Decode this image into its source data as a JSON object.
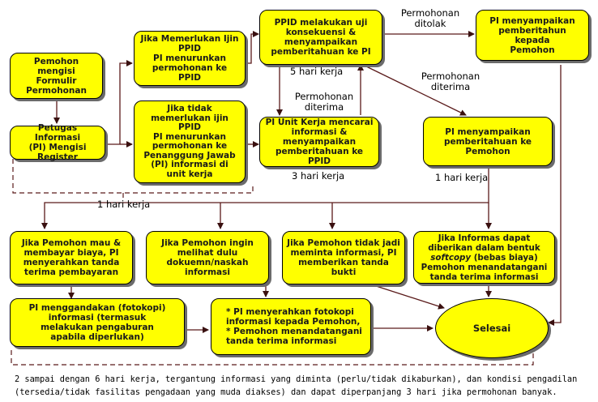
{
  "nodes": {
    "pemohon_mengisi": "Pemohon mengisi\nFormulir\nPermohonan",
    "petugas_informasi": "Petugas Informasi\n(PI) Mengisi\nRegister",
    "jika_memerlukan_ijin": "Jika Memerlukan Ijin\nPPID\nPI menurunkan\npermohonan ke\nPPID",
    "jika_tidak_memerlukan": "Jika tidak\nmemerlukan ijin\nPPID\nPI menurunkan\npermohonan ke\nPenanggung Jawab\n(PI) informasi di\nunit kerja",
    "ppid_uji": "PPID melakukan uji\nkonsekuensi &\nmenyampaikan\npemberitahuan ke PI",
    "pi_unit_kerja": "PI Unit Kerja mencarai\ninformasi &\nmenyampaikan\npemberitahuan ke PPID",
    "pi_sampaikan_ditolak": "PI menyampaikan\npemberitahun kepada\nPemohon",
    "pi_sampaikan_diterima": "PI menyampaikan\npemberitahuan ke\nPemohon",
    "pemohon_bayar": "Jika Pemohon mau &\nmembayar biaya, PI\nmenyerahkan tanda\nterima pembayaran",
    "pemohon_lihat": "Jika Pemohon ingin\nmelihat dulu\ndokuemn/naskah\ninformasi",
    "pemohon_tidak_jadi": "Jika Pemohon tidak jadi\nmeminta informasi, PI\nmemberikan tanda bukti",
    "softcopy": "Jika Informas dapat\ndiberikan dalam bentuk",
    "softcopy_em": "softcopy",
    "softcopy_rest": " (bebas biaya)\nPemohon menandatangani\ntanda terima informasi",
    "pi_menggandakan": "PI menggandakan (fotokopi)\ninformasi (termasuk\nmelakukan pengaburan\napabila diperlukan)",
    "pi_menyerahkan": "* PI menyerahkan fotokopi\n   informasi kepada Pemohon,\n* Pemohon menandatangani\n   tanda terima informasi",
    "selesai": "Selesai"
  },
  "labels": {
    "permohonan_ditolak": "Permohonan\nditolak",
    "permohonan_diterima_right": "Permohonan\nditerima",
    "permohonan_diterima_mid": "Permohonan\nditerima",
    "lima_hari": "5 hari kerja",
    "tiga_hari": "3 hari kerja",
    "satu_hari_right": "1 hari kerja",
    "satu_hari_left": "1 hari kerja"
  },
  "footnote": "2 sampai dengan 6 hari kerja, tergantung informasi yang diminta (perlu/tidak dikaburkan), dan kondisi pengadilan\n(tersedia/tidak fasilitas pengadaan yang muda diakses) dan dapat diperpanjang 3 hari jika permohonan banyak.",
  "colors": {
    "box_fill": "#ffff00",
    "line": "#5a1a1a",
    "shadow": "#6b6b6b"
  }
}
